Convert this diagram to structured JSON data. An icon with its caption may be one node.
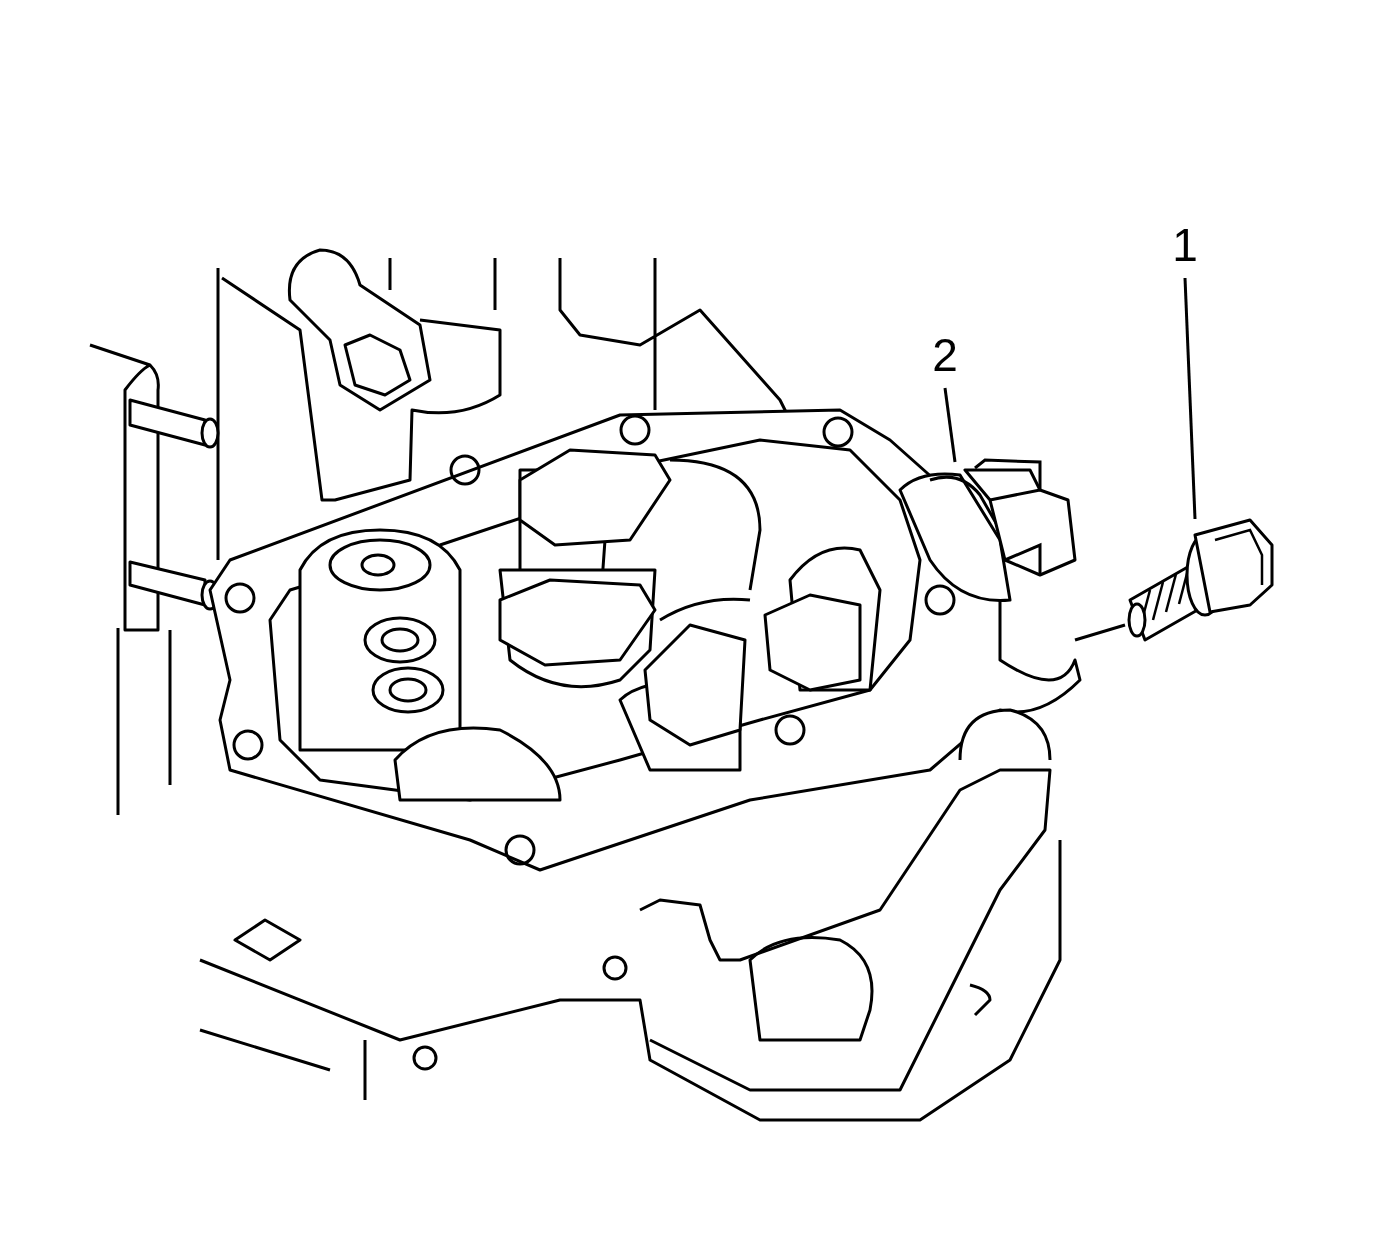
{
  "diagram": {
    "nodes": [
      {
        "text": [
          "1"
        ]
      },
      {
        "text": [
          "2"
        ]
      },
      {
        "text": [],
        "shape": "picture"
      },
      {
        "text": [],
        "shape": "picture"
      }
    ],
    "edges": [
      {
        "from": 0,
        "to": 3,
        "arrow": "none"
      },
      {
        "from": 1,
        "to": 2,
        "arrow": "none"
      }
    ]
  }
}
